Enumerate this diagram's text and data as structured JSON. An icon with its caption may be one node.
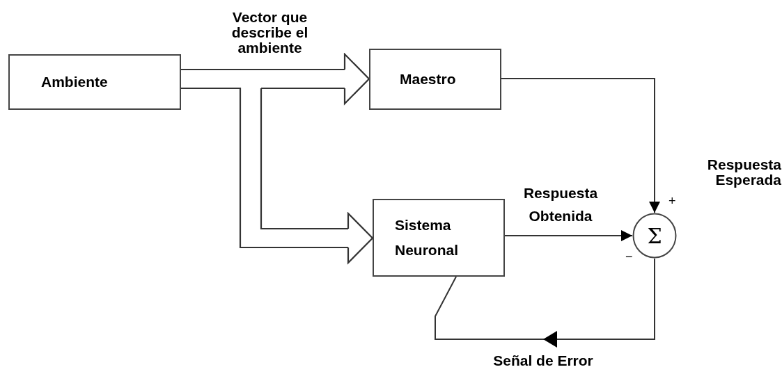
{
  "diagram": {
    "nodes": [
      {
        "text": [
          "Ambiente"
        ]
      },
      {
        "text": [
          "Maestro"
        ]
      },
      {
        "text": [
          "Sistema Neuronal"
        ]
      },
      {
        "text": [
          "Σ"
        ],
        "beside": [
          "+",
          "−"
        ]
      }
    ],
    "edges": [
      {
        "from": 0,
        "to": 1,
        "arrow": "to",
        "label": "Vector que describe el ambiente"
      },
      {
        "from": 0,
        "to": 2,
        "arrow": "to"
      },
      {
        "from": 1,
        "to": 3,
        "arrow": "to",
        "label": "Respuesta Esperada"
      },
      {
        "from": 2,
        "to": 3,
        "arrow": "to",
        "label": "Respuesta Obtenida"
      },
      {
        "from": 3,
        "to": 2,
        "arrow": "to",
        "label": "Señal de Error"
      }
    ]
  }
}
